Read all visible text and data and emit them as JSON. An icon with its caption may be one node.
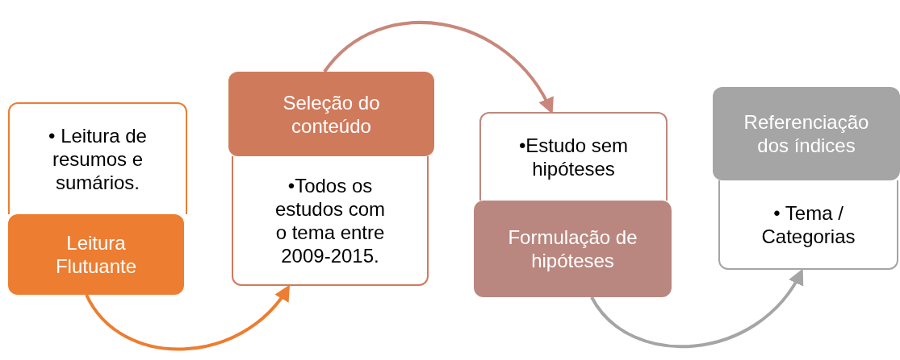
{
  "diagram": {
    "nodes": [
      {
        "text": [
          "• Leitura de resumos e sumários."
        ]
      },
      {
        "text": [
          "Leitura Flutuante"
        ]
      },
      {
        "text": [
          "Seleção do conteúdo"
        ]
      },
      {
        "text": [
          "•Todos os estudos com o tema entre 2009-2015."
        ]
      },
      {
        "text": [
          "•Estudo sem hipóteses"
        ]
      },
      {
        "text": [
          "Formulação de hipóteses"
        ]
      },
      {
        "text": [
          "Referenciação dos índices"
        ]
      },
      {
        "text": [
          "• Tema / Categorias"
        ]
      }
    ],
    "edges": [
      {
        "from": 1,
        "to": 3,
        "arrow": "to",
        "color": "#ed7d31"
      },
      {
        "from": 2,
        "to": 4,
        "arrow": "to",
        "color": "#c8877a"
      },
      {
        "from": 5,
        "to": 7,
        "arrow": "to",
        "color": "#a5a5a5"
      }
    ]
  }
}
